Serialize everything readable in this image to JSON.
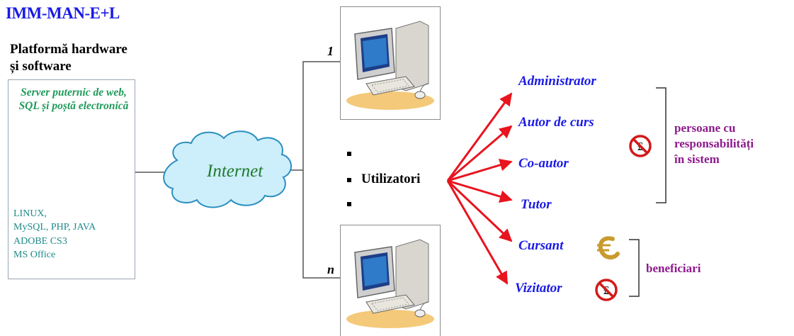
{
  "header": {
    "title": "IMM-MAN-E+L"
  },
  "platform": {
    "label_line1": "Platformă hardware",
    "label_line2": "și software",
    "server_description": "Server puternic de web, SQL și poștă electronică",
    "software": [
      "LINUX,",
      "MySQL, PHP, JAVA",
      "ADOBE CS3",
      "MS Office"
    ]
  },
  "network": {
    "label": "Internet",
    "first_user_number": "1",
    "last_user_number": "n",
    "users_label": "Utilizatori"
  },
  "roles": [
    {
      "label": "Administrator"
    },
    {
      "label": "Autor de curs"
    },
    {
      "label": "Co-autor"
    },
    {
      "label": "Tutor"
    },
    {
      "label": "Cursant"
    },
    {
      "label": "Vizitator"
    }
  ],
  "groups": {
    "responsible_line1": "persoane cu",
    "responsible_line2": "responsabilități",
    "responsible_line3": "în sistem",
    "beneficiaries": "beneficiari"
  },
  "icons": {
    "server": "server-tower-icon",
    "computer": "desktop-computer-icon",
    "no_pound": "no-payment-pound-icon",
    "euro": "euro-coin-icon"
  },
  "colors": {
    "title": "#1a1ae6",
    "role": "#1a1ae6",
    "group": "#8c1a8c",
    "arrow": "#e8141e",
    "server_text": "#1f9a5a",
    "software_text": "#1f8a8a",
    "internet_text": "#1f7a2e",
    "cloud_fill": "#cdeefb",
    "cloud_stroke": "#2a8fc0"
  }
}
